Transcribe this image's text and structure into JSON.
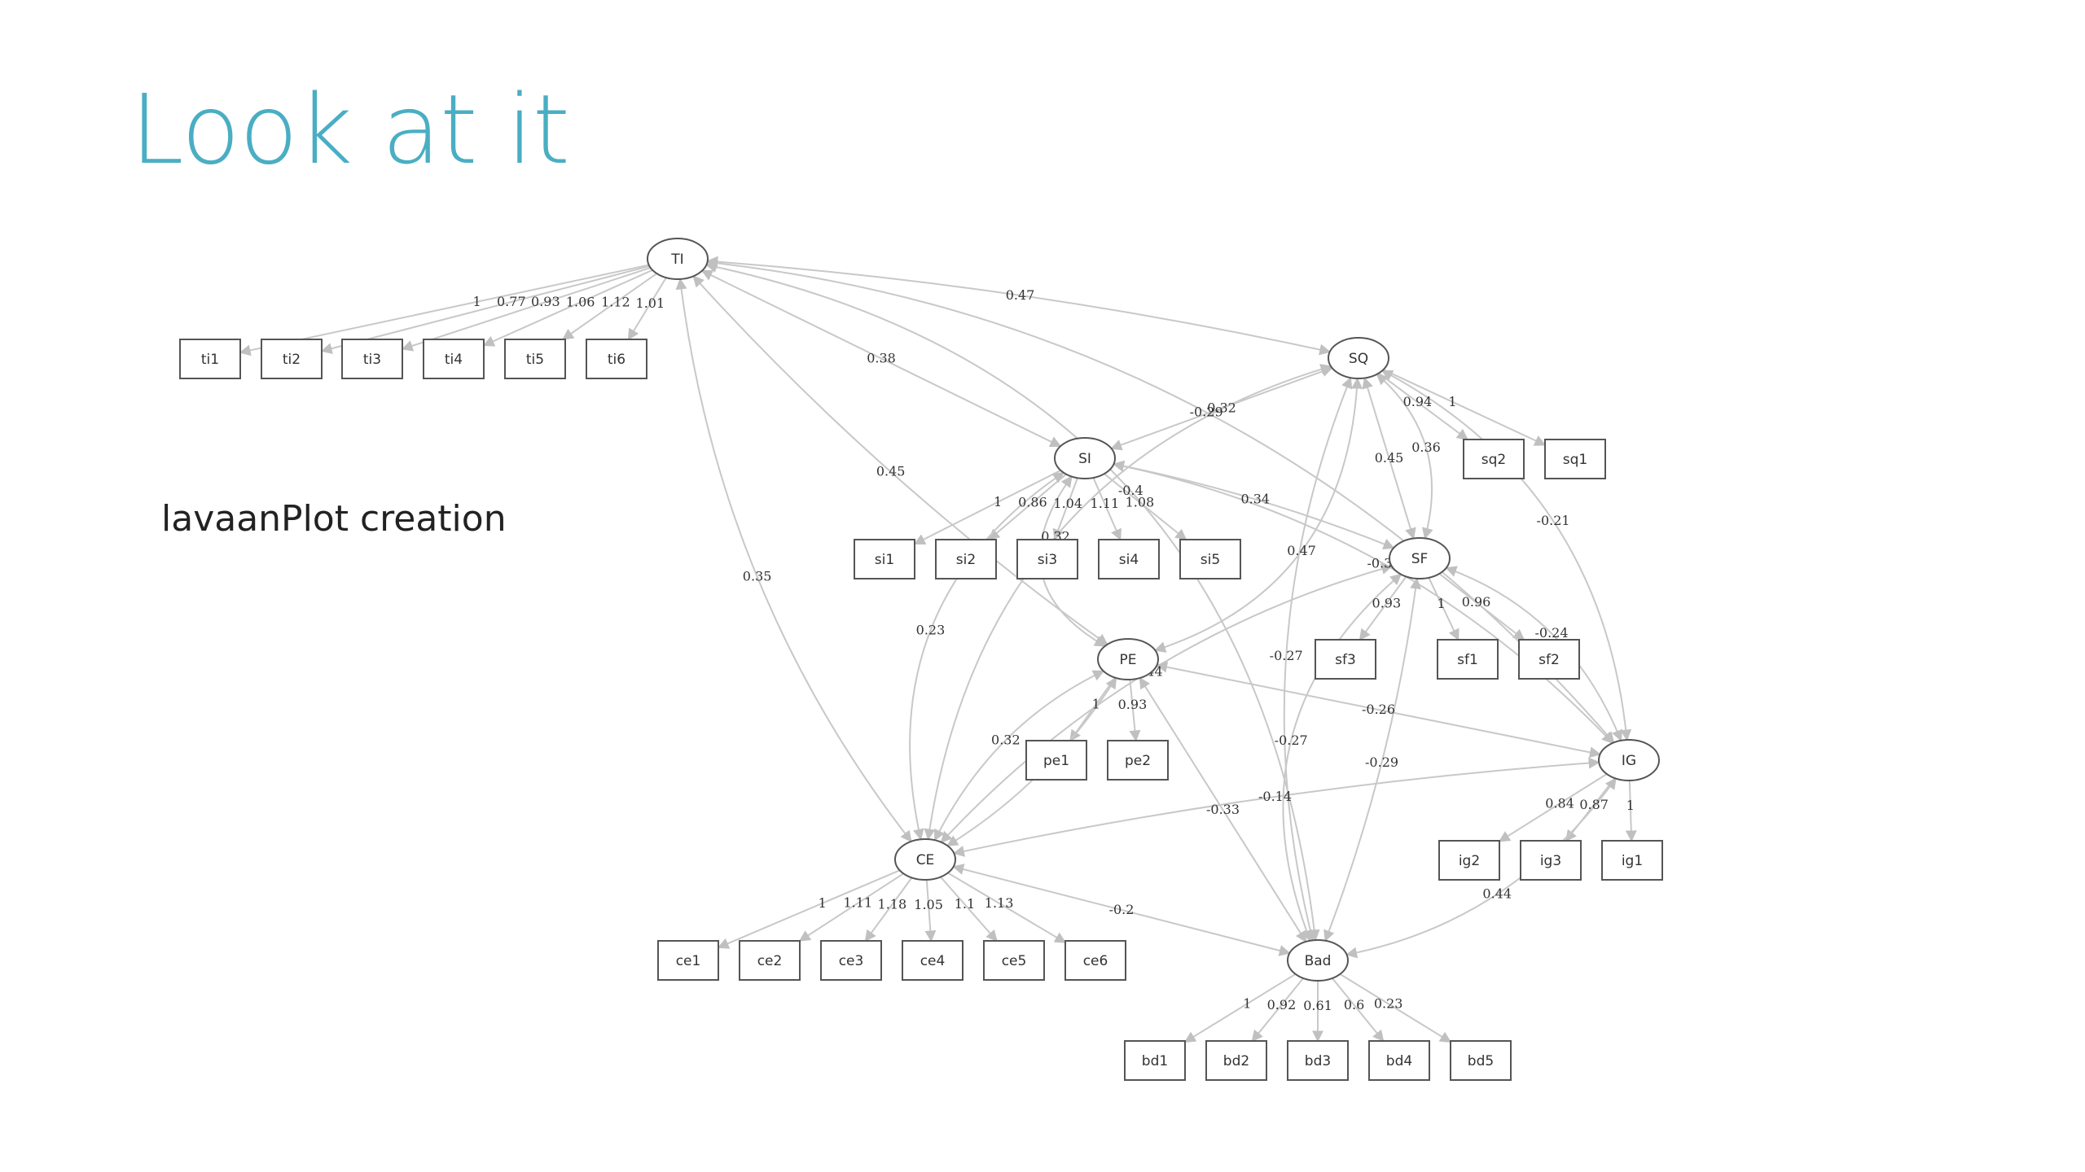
{
  "slide": {
    "title": "Look at it",
    "subtitle": "lavaanPlot creation",
    "title_color": "#4aaec3",
    "text_color": "#222222"
  },
  "diagram": {
    "edge_color": "#c8c8c8",
    "node_stroke": "#555555",
    "latents": [
      {
        "id": "TI",
        "label": "TI"
      },
      {
        "id": "SQ",
        "label": "SQ"
      },
      {
        "id": "SI",
        "label": "SI"
      },
      {
        "id": "SF",
        "label": "SF"
      },
      {
        "id": "PE",
        "label": "PE"
      },
      {
        "id": "IG",
        "label": "IG"
      },
      {
        "id": "CE",
        "label": "CE"
      },
      {
        "id": "Bad",
        "label": "Bad"
      }
    ],
    "indicators": [
      {
        "id": "ti1",
        "label": "ti1"
      },
      {
        "id": "ti2",
        "label": "ti2"
      },
      {
        "id": "ti3",
        "label": "ti3"
      },
      {
        "id": "ti4",
        "label": "ti4"
      },
      {
        "id": "ti5",
        "label": "ti5"
      },
      {
        "id": "ti6",
        "label": "ti6"
      },
      {
        "id": "sq2",
        "label": "sq2"
      },
      {
        "id": "sq1",
        "label": "sq1"
      },
      {
        "id": "si1",
        "label": "si1"
      },
      {
        "id": "si2",
        "label": "si2"
      },
      {
        "id": "si3",
        "label": "si3"
      },
      {
        "id": "si4",
        "label": "si4"
      },
      {
        "id": "si5",
        "label": "si5"
      },
      {
        "id": "sf3",
        "label": "sf3"
      },
      {
        "id": "sf1",
        "label": "sf1"
      },
      {
        "id": "sf2",
        "label": "sf2"
      },
      {
        "id": "pe1",
        "label": "pe1"
      },
      {
        "id": "pe2",
        "label": "pe2"
      },
      {
        "id": "ig2",
        "label": "ig2"
      },
      {
        "id": "ig3",
        "label": "ig3"
      },
      {
        "id": "ig1",
        "label": "ig1"
      },
      {
        "id": "ce1",
        "label": "ce1"
      },
      {
        "id": "ce2",
        "label": "ce2"
      },
      {
        "id": "ce3",
        "label": "ce3"
      },
      {
        "id": "ce4",
        "label": "ce4"
      },
      {
        "id": "ce5",
        "label": "ce5"
      },
      {
        "id": "ce6",
        "label": "ce6"
      },
      {
        "id": "bd1",
        "label": "bd1"
      },
      {
        "id": "bd2",
        "label": "bd2"
      },
      {
        "id": "bd3",
        "label": "bd3"
      },
      {
        "id": "bd4",
        "label": "bd4"
      },
      {
        "id": "bd5",
        "label": "bd5"
      }
    ],
    "loadings": [
      {
        "from": "TI",
        "to": "ti1",
        "label": "1"
      },
      {
        "from": "TI",
        "to": "ti2",
        "label": "0.77"
      },
      {
        "from": "TI",
        "to": "ti3",
        "label": "0.93"
      },
      {
        "from": "TI",
        "to": "ti4",
        "label": "1.06"
      },
      {
        "from": "TI",
        "to": "ti5",
        "label": "1.12"
      },
      {
        "from": "TI",
        "to": "ti6",
        "label": "1.01"
      },
      {
        "from": "SQ",
        "to": "sq2",
        "label": "0.94"
      },
      {
        "from": "SQ",
        "to": "sq1",
        "label": "1"
      },
      {
        "from": "SI",
        "to": "si1",
        "label": "1"
      },
      {
        "from": "SI",
        "to": "si2",
        "label": "0.86"
      },
      {
        "from": "SI",
        "to": "si3",
        "label": "1.04"
      },
      {
        "from": "SI",
        "to": "si4",
        "label": "1.11"
      },
      {
        "from": "SI",
        "to": "si5",
        "label": "1.08"
      },
      {
        "from": "SF",
        "to": "sf3",
        "label": "0.93"
      },
      {
        "from": "SF",
        "to": "sf1",
        "label": "1"
      },
      {
        "from": "SF",
        "to": "sf2",
        "label": "0.96"
      },
      {
        "from": "PE",
        "to": "pe1",
        "label": "1"
      },
      {
        "from": "PE",
        "to": "pe2",
        "label": "0.93"
      },
      {
        "from": "IG",
        "to": "ig2",
        "label": "0.84"
      },
      {
        "from": "IG",
        "to": "ig3",
        "label": "0.87"
      },
      {
        "from": "IG",
        "to": "ig1",
        "label": "1"
      },
      {
        "from": "CE",
        "to": "ce1",
        "label": "1"
      },
      {
        "from": "CE",
        "to": "ce2",
        "label": "1.11"
      },
      {
        "from": "CE",
        "to": "ce3",
        "label": "1.18"
      },
      {
        "from": "CE",
        "to": "ce4",
        "label": "1.05"
      },
      {
        "from": "CE",
        "to": "ce5",
        "label": "1.1"
      },
      {
        "from": "CE",
        "to": "ce6",
        "label": "1.13"
      },
      {
        "from": "Bad",
        "to": "bd1",
        "label": "1"
      },
      {
        "from": "Bad",
        "to": "bd2",
        "label": "0.92"
      },
      {
        "from": "Bad",
        "to": "bd3",
        "label": "0.61"
      },
      {
        "from": "Bad",
        "to": "bd4",
        "label": "0.6"
      },
      {
        "from": "Bad",
        "to": "bd5",
        "label": "0.23"
      }
    ],
    "covariances": [
      {
        "a": "TI",
        "b": "SQ",
        "label": "0.47"
      },
      {
        "a": "TI",
        "b": "SI",
        "label": "0.38"
      },
      {
        "a": "TI",
        "b": "PE",
        "label": "0.45"
      },
      {
        "a": "TI",
        "b": "CE",
        "label": "0.35"
      },
      {
        "a": "TI",
        "b": "IG",
        "label": "-0.29"
      },
      {
        "a": "TI",
        "b": "Bad",
        "label": "-0.4"
      },
      {
        "a": "SQ",
        "b": "SI",
        "label": "0.32"
      },
      {
        "a": "SQ",
        "b": "SF",
        "label": "0.45"
      },
      {
        "a": "SQ",
        "b": "CE",
        "label": "0.32"
      },
      {
        "a": "SQ",
        "b": "PE",
        "label": "0.47"
      },
      {
        "a": "SQ",
        "b": "IG",
        "label": "-0.21"
      },
      {
        "a": "SQ",
        "b": "Bad",
        "label": "-0.27"
      },
      {
        "a": "SI",
        "b": "SF",
        "label": "0.34"
      },
      {
        "a": "SI",
        "b": "PE",
        "label": "0.32"
      },
      {
        "a": "SI",
        "b": "CE",
        "label": "0.23"
      },
      {
        "a": "SI",
        "b": "IG",
        "label": "-0.36"
      },
      {
        "a": "SF",
        "b": "SQ",
        "label": "0.36"
      },
      {
        "a": "SF",
        "b": "CE",
        "label": "0.44"
      },
      {
        "a": "SF",
        "b": "Bad",
        "label": "-0.27"
      },
      {
        "a": "SF",
        "b": "IG",
        "label": "-0.24"
      },
      {
        "a": "SF",
        "b": "Bad2",
        "label": "-0.29"
      },
      {
        "a": "PE",
        "b": "CE",
        "label": "0.32"
      },
      {
        "a": "PE",
        "b": "CE2",
        "label": "0.34"
      },
      {
        "a": "PE",
        "b": "IG",
        "label": "-0.26"
      },
      {
        "a": "PE",
        "b": "Bad",
        "label": "-0.33"
      },
      {
        "a": "CE",
        "b": "IG",
        "label": "-0.14"
      },
      {
        "a": "CE",
        "b": "Bad",
        "label": "-0.2"
      },
      {
        "a": "IG",
        "b": "Bad",
        "label": "0.44"
      }
    ]
  }
}
